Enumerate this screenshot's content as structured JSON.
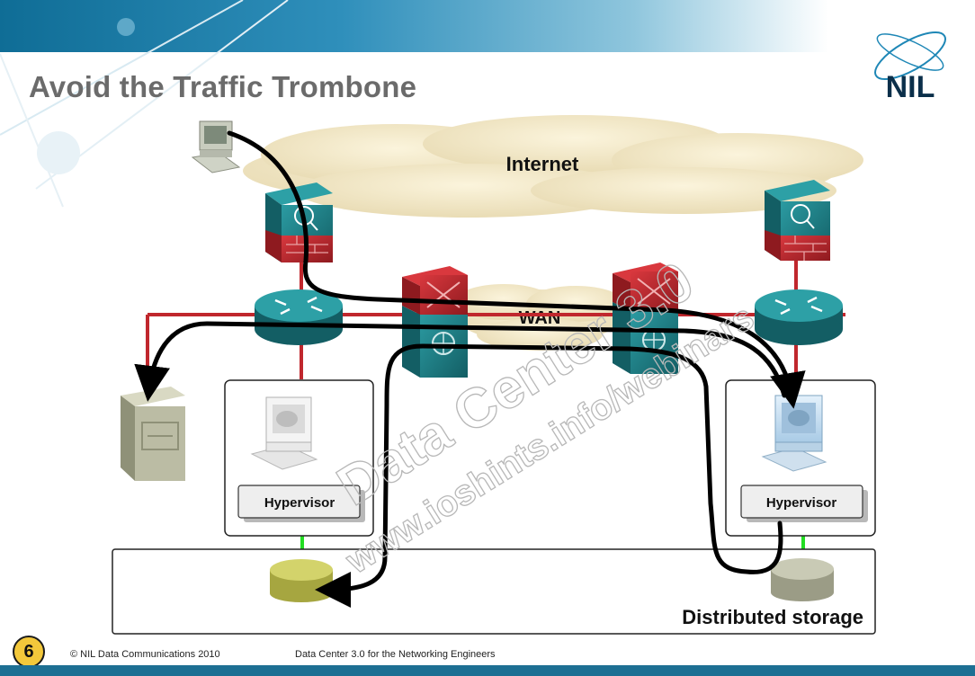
{
  "slide": {
    "title": "Avoid the Traffic Trombone",
    "logo_text": "NIL",
    "page_number": "6",
    "copyright": "© NIL Data Communications 2010",
    "course": "Data Center 3.0 for the Networking Engineers"
  },
  "diagram": {
    "internet_label": "Internet",
    "wan_label": "WAN",
    "left_hypervisor_label": "Hypervisor",
    "right_hypervisor_label": "Hypervisor",
    "storage_label": "Distributed storage",
    "watermark_line1": "Data Center 3.0",
    "watermark_line2": "www.ioshints.info/webinars"
  },
  "colors": {
    "link_red": "#c0272d",
    "storage_link_green": "#22dd22",
    "traffic_path": "#000000",
    "device_teal": "#1e7f86",
    "firewall_red": "#c0272d",
    "storage_left": "#c8c85a",
    "storage_right": "#b8b8a0"
  }
}
